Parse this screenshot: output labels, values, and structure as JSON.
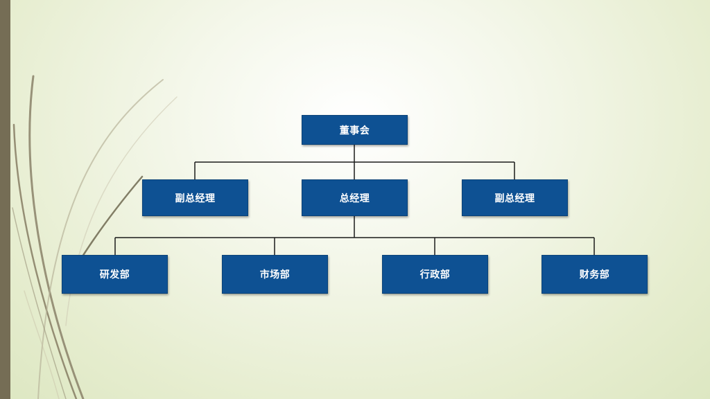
{
  "org_chart": {
    "root": {
      "label": "董事会"
    },
    "level2": [
      {
        "label": "副总经理"
      },
      {
        "label": "总经理"
      },
      {
        "label": "副总经理"
      }
    ],
    "level3": [
      {
        "label": "研发部"
      },
      {
        "label": "市场部"
      },
      {
        "label": "行政部"
      },
      {
        "label": "财务部"
      }
    ]
  },
  "colors": {
    "node_fill": "#0e5193",
    "connector": "#1a1a1a",
    "left_bar": "#756d55",
    "background": "#eef3dc"
  }
}
